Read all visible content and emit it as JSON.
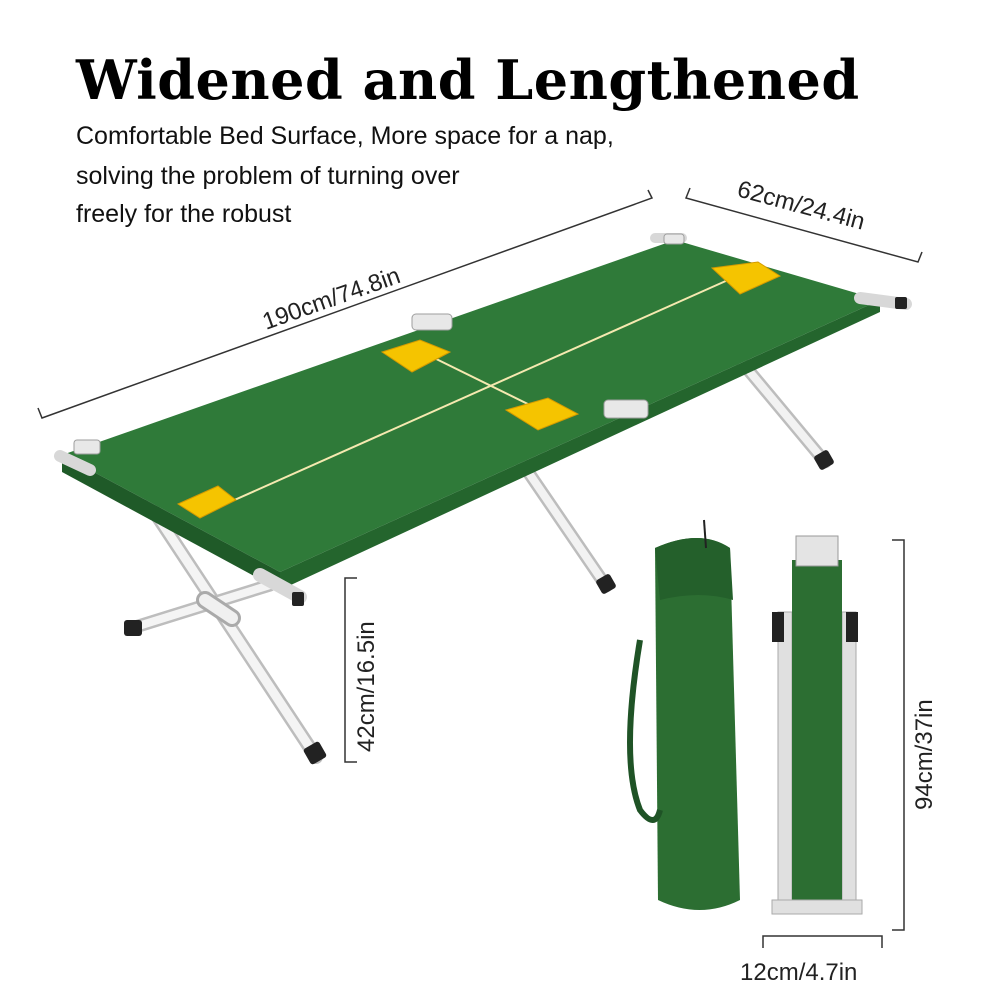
{
  "heading": "Widened and Lengthened",
  "description": [
    "Comfortable Bed Surface, More space for a nap,",
    "solving the problem of turning over",
    "freely for the robust"
  ],
  "dimensions": {
    "length": "190cm/74.8in",
    "width": "62cm/24.4in",
    "height": "42cm/16.5in",
    "folded_height": "94cm/37in",
    "folded_width": "12cm/4.7in"
  },
  "colors": {
    "fabric": "#2e7d3a",
    "frame": "#e8e8e8",
    "arrow": "#f5c400"
  }
}
